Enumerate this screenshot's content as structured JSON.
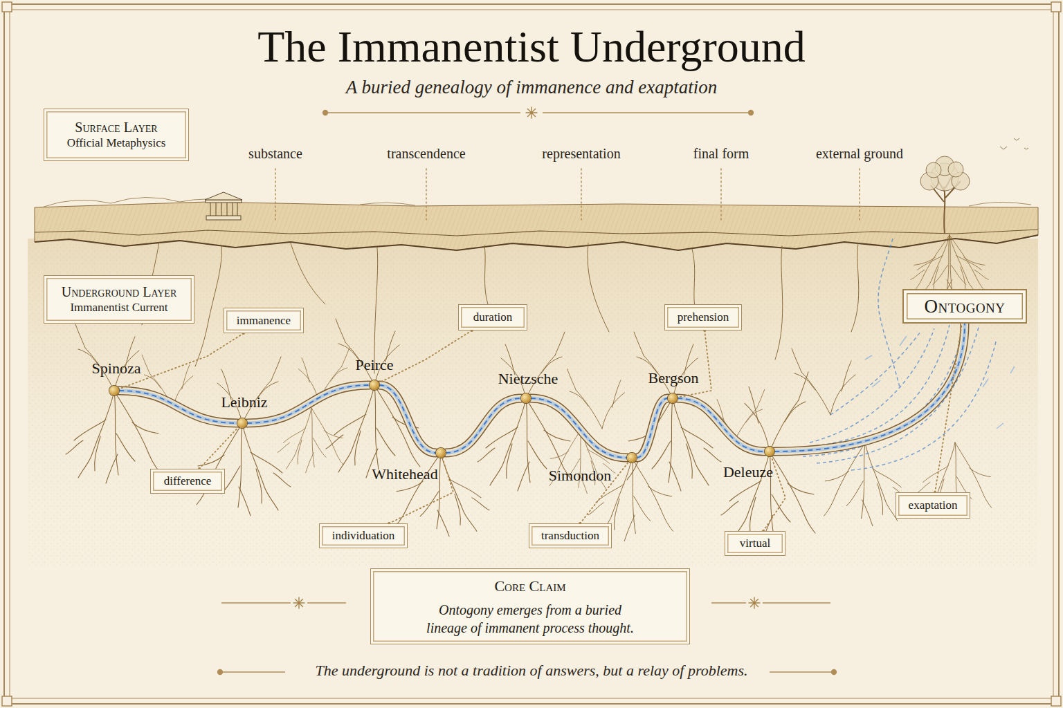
{
  "diagram": {
    "title": "The Immanentist Underground",
    "caption": "The underground is not a tradition of answers, but a relay of problems.",
    "nodes": [
      {
        "text": [
          "Surface Layer",
          "Official Metaphysics"
        ]
      },
      {
        "text": [
          "Underground Layer",
          "Immanentist Current"
        ]
      },
      {
        "text": [
          "immanence"
        ]
      },
      {
        "text": [
          "duration"
        ]
      },
      {
        "text": [
          "prehension"
        ]
      },
      {
        "text": [
          "Ontogony"
        ]
      },
      {
        "text": [
          "Spinoza"
        ]
      },
      {
        "text": [
          "Leibniz"
        ]
      },
      {
        "text": [
          "Peirce"
        ]
      },
      {
        "text": [
          "Whitehead"
        ]
      },
      {
        "text": [
          "Nietzsche"
        ]
      },
      {
        "text": [
          "Simondon"
        ]
      },
      {
        "text": [
          "Bergson"
        ]
      },
      {
        "text": [
          "Deleuze"
        ]
      },
      {
        "text": [
          "difference"
        ]
      },
      {
        "text": [
          "individuation"
        ]
      },
      {
        "text": [
          "transduction"
        ]
      },
      {
        "text": [
          "virtual"
        ]
      },
      {
        "text": [
          "exaptation"
        ]
      },
      {
        "text": [
          "Core Claim",
          "Ontogony emerges from a buried lineage of immanent process thought."
        ]
      }
    ],
    "edges": [
      {
        "from": 6,
        "to": 7,
        "arrow": "none"
      },
      {
        "from": 7,
        "to": 8,
        "arrow": "none"
      },
      {
        "from": 8,
        "to": 9,
        "arrow": "none"
      },
      {
        "from": 9,
        "to": 10,
        "arrow": "none"
      },
      {
        "from": 10,
        "to": 11,
        "arrow": "none"
      },
      {
        "from": 11,
        "to": 12,
        "arrow": "none"
      },
      {
        "from": 12,
        "to": 13,
        "arrow": "none"
      },
      {
        "from": 13,
        "to": 5,
        "arrow": "none"
      },
      {
        "from": 2,
        "to": 6,
        "arrow": "none"
      },
      {
        "from": 3,
        "to": 8,
        "arrow": "none"
      },
      {
        "from": 4,
        "to": 12,
        "arrow": "none"
      },
      {
        "from": 14,
        "to": 7,
        "arrow": "none"
      },
      {
        "from": 15,
        "to": 9,
        "arrow": "none"
      },
      {
        "from": 16,
        "to": 11,
        "arrow": "none"
      },
      {
        "from": 17,
        "to": 13,
        "arrow": "none"
      },
      {
        "from": 18,
        "to": 5,
        "arrow": "none"
      }
    ],
    "labels": [
      "A buried genealogy of immanence and exaptation",
      "substance",
      "transcendence",
      "representation",
      "final form",
      "external ground"
    ]
  }
}
